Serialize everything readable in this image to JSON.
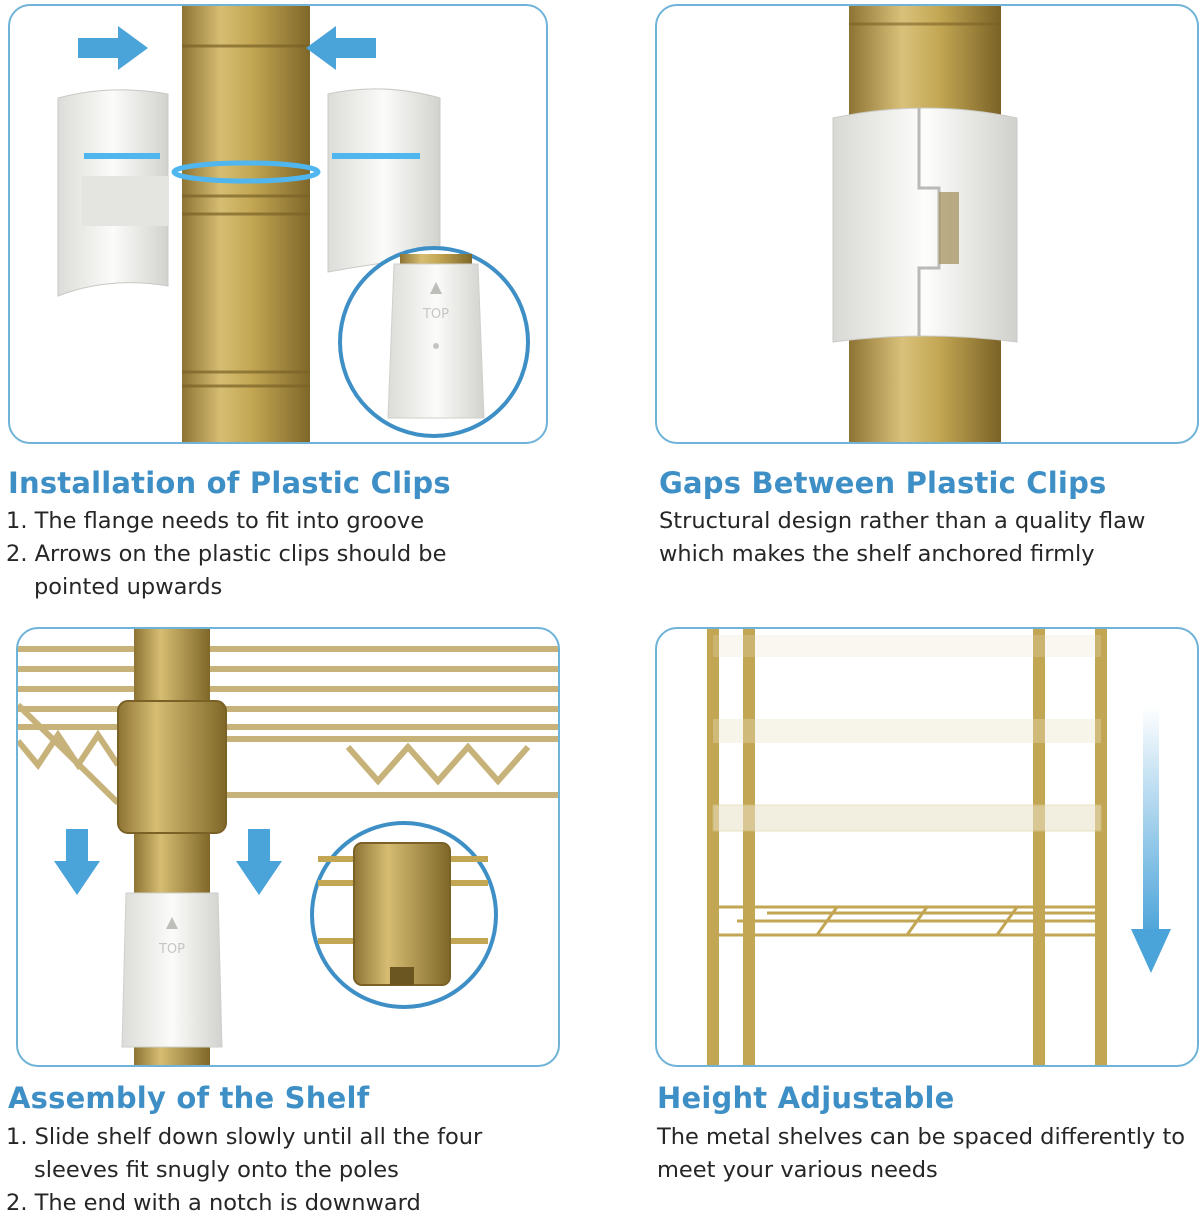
{
  "sections": [
    {
      "title": "Installation of Plastic Clips",
      "lines": [
        "1. The flange needs to fit into groove",
        "2. Arrows on the plastic clips should be",
        "pointed upwards"
      ],
      "clip_marking": "TOP"
    },
    {
      "title": "Gaps Between Plastic Clips",
      "lines": [
        "Structural design rather than a quality flaw",
        "which makes the shelf anchored firmly"
      ]
    },
    {
      "title": "Assembly of the Shelf",
      "lines": [
        "1. Slide shelf down slowly until all the four",
        "sleeves fit snugly onto the poles",
        "2. The end with a notch is downward"
      ],
      "clip_marking": "TOP"
    },
    {
      "title": "Height Adjustable",
      "lines": [
        "The metal shelves can be spaced differently to",
        "meet your various needs"
      ]
    }
  ],
  "colors": {
    "accent": "#3d8fc6",
    "frame": "#6fb3d8",
    "gold": "#c2a653",
    "clip_white": "#f2f2f0",
    "arrow_blue": "#4aa3d9"
  }
}
